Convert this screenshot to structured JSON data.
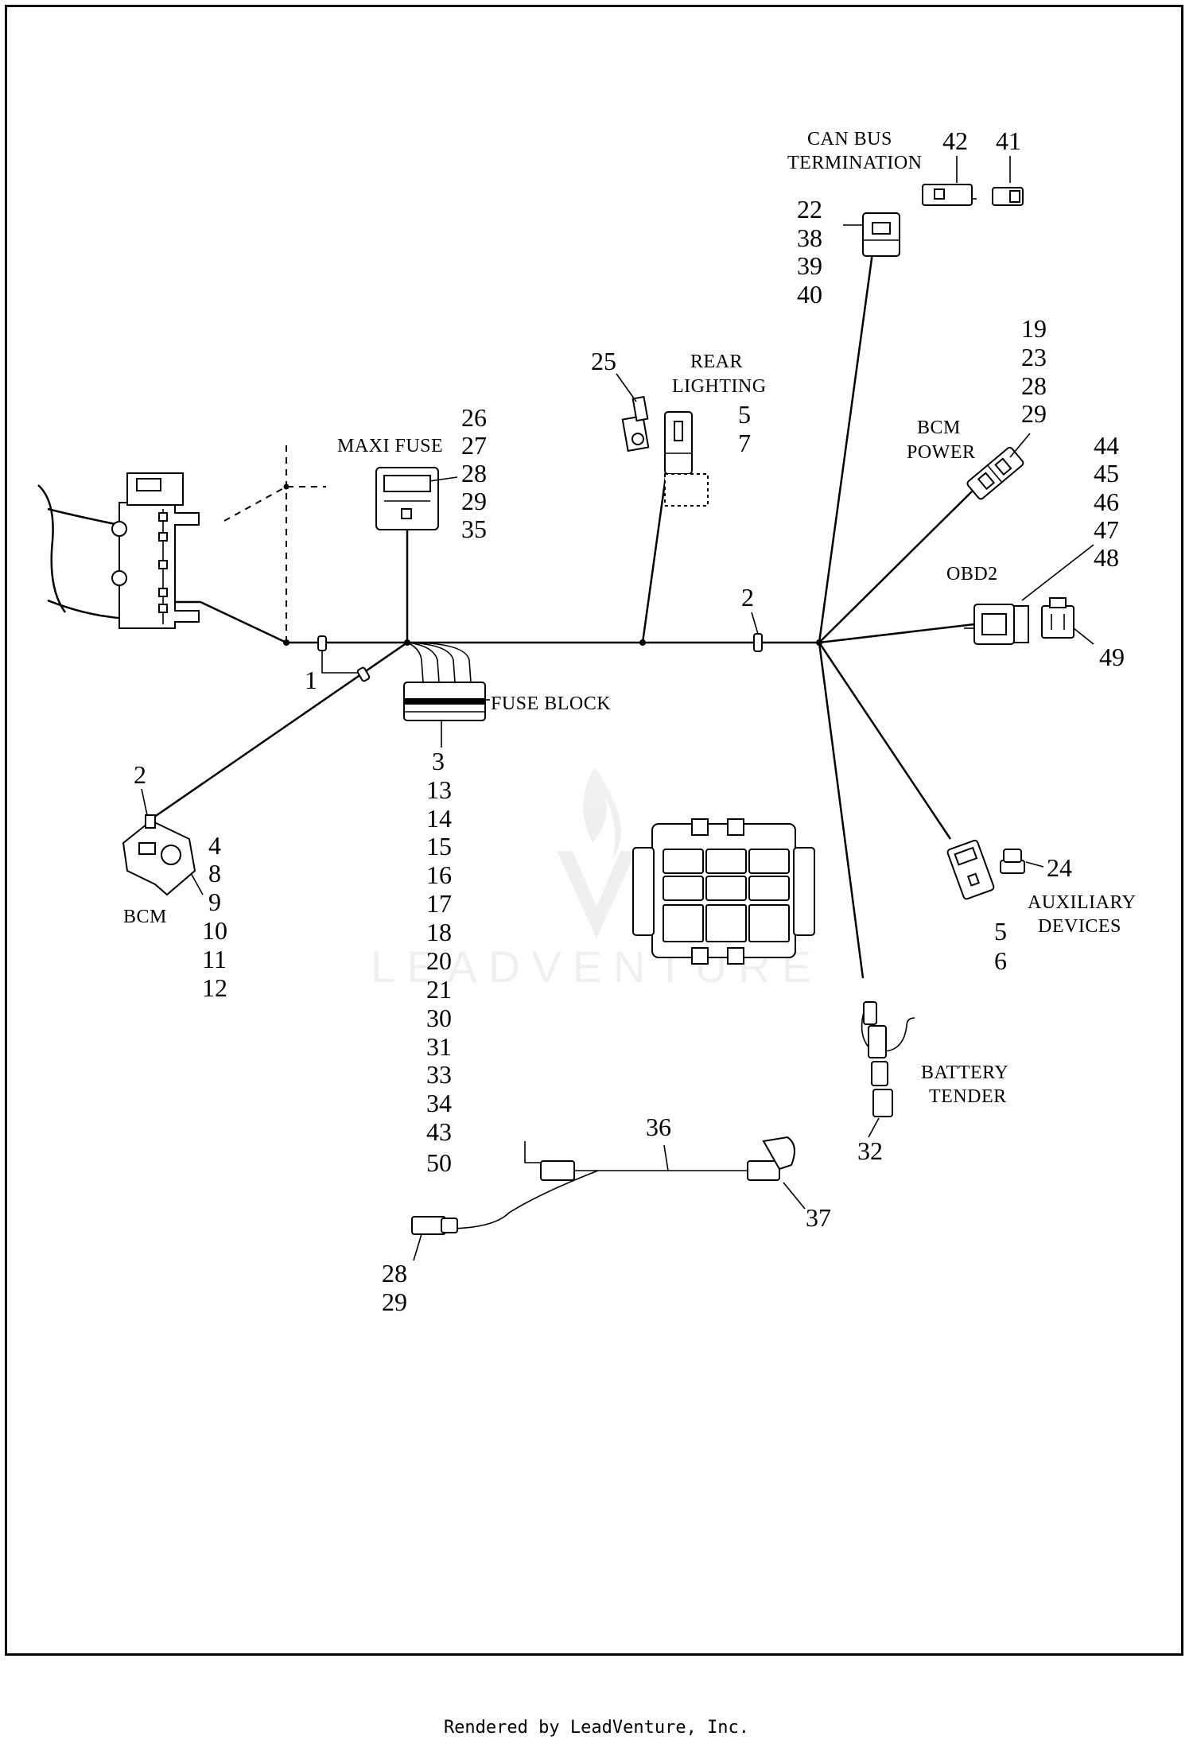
{
  "labels": {
    "can_bus_termination_1": "CAN BUS",
    "can_bus_termination_2": "TERMINATION",
    "rear_lighting_1": "REAR",
    "rear_lighting_2": "LIGHTING",
    "maxi_fuse": "MAXI FUSE",
    "bcm_power_1": "BCM",
    "bcm_power_2": "POWER",
    "obd2": "OBD2",
    "fuse_block": "FUSE BLOCK",
    "bcm": "BCM",
    "auxiliary_devices_1": "AUXILIARY",
    "auxiliary_devices_2": "DEVICES",
    "battery_tender_1": "BATTERY",
    "battery_tender_2": "TENDER"
  },
  "callouts": {
    "can_bus_left": "42",
    "can_bus_right": "41",
    "can_bus_connector": [
      "22",
      "38",
      "39",
      "40"
    ],
    "rear_lighting_clip": "25",
    "rear_lighting_connector": [
      "5",
      "7"
    ],
    "maxi_fuse": [
      "26",
      "27",
      "28",
      "29",
      "35"
    ],
    "bcm_power": [
      "19",
      "23",
      "28",
      "29"
    ],
    "obd2": [
      "44",
      "45",
      "46",
      "47",
      "48"
    ],
    "obd2_cap": "49",
    "clip_center": "2",
    "clip_left": "1",
    "fuse_block": [
      "3",
      "13",
      "14",
      "15",
      "16",
      "17",
      "18",
      "20",
      "21",
      "30",
      "31",
      "33",
      "34",
      "43",
      "50"
    ],
    "bcm_clip": "2",
    "bcm": [
      "4",
      "8",
      "9",
      "10",
      "11",
      "12"
    ],
    "aux_cap": "24",
    "aux_connector": [
      "5",
      "6"
    ],
    "battery_tender": "32",
    "harness_36": "36",
    "harness_37": "37",
    "lower_connector": [
      "28",
      "29"
    ]
  },
  "footer": "Rendered by LeadVenture, Inc."
}
